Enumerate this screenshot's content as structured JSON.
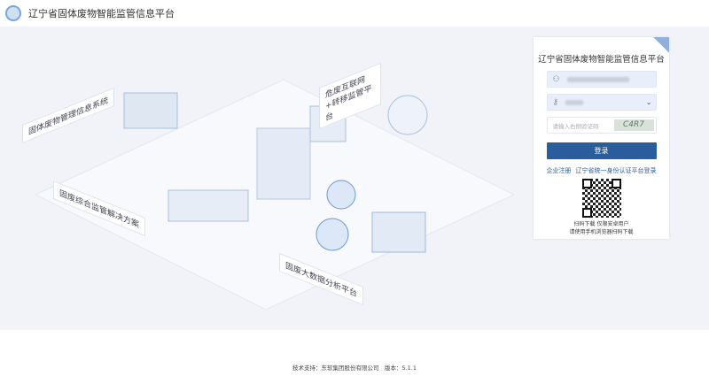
{
  "header": {
    "title": "辽宁省固体废物智能监管信息平台"
  },
  "illustration": {
    "labels": [
      "固体废物管理信息系统",
      "危废互联网+转移监管平台",
      "固废综合监管解决方案",
      "固废大数据分析平台"
    ]
  },
  "login": {
    "title": "辽宁省固体废物智能监管信息平台",
    "captcha_placeholder": "请输入右侧验证码",
    "captcha_text": "C4R7",
    "submit": "登录",
    "register": "企业注册",
    "sso": "辽宁省统一身份认证平台登录",
    "qr_note1": "扫码下载 仅限安卓用户",
    "qr_note2": "请使用手机浏览器扫码下载"
  },
  "footer": {
    "text": "技术支持：东软集团股份有限公司　版本：5.1.1"
  }
}
